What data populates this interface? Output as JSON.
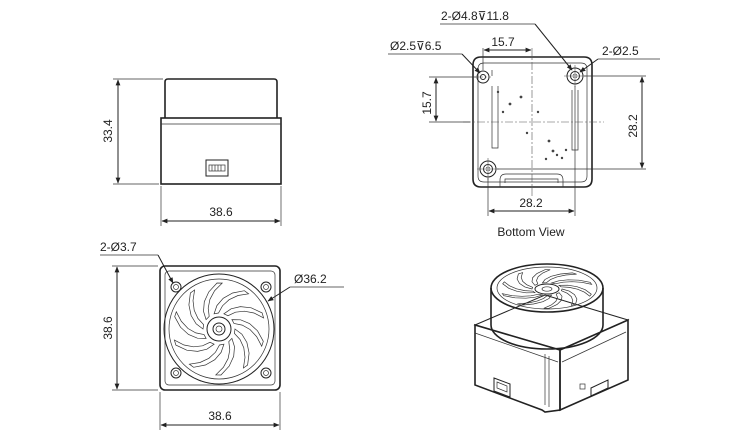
{
  "views": {
    "front": {
      "height_label": "33.4",
      "width_label": "38.6"
    },
    "bottom": {
      "caption": "Bottom View",
      "hole_a_label": "2-Ø4.8⊽11.8",
      "hole_b_label": "Ø2.5⊽6.5",
      "hole_c_label": "2-Ø2.5",
      "top_spacing_label": "15.7",
      "left_spacing_label": "15.7",
      "right_spacing_label": "28.2",
      "bottom_spacing_label": "28.2"
    },
    "top": {
      "hole_label": "2-Ø3.7",
      "disc_label": "Ø36.2",
      "height_label": "38.6",
      "width_label": "38.6"
    }
  }
}
